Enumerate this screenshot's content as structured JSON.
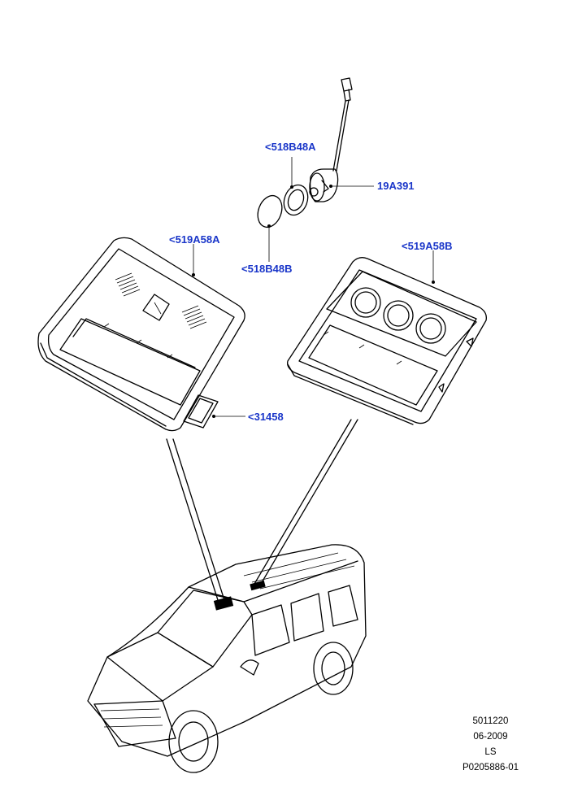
{
  "callouts": {
    "bulb_holder": "19A391",
    "lens_ring": "<518B48A",
    "lens": "<518B48B",
    "console_a": "<519A58A",
    "console_b": "<519A58B",
    "clip": "<31458"
  },
  "reference": {
    "line1": "5011220",
    "line2": "06-2009",
    "line3": "LS",
    "line4": "P0205886-01"
  },
  "colors": {
    "callout": "#1a36c9",
    "line": "#000000"
  }
}
